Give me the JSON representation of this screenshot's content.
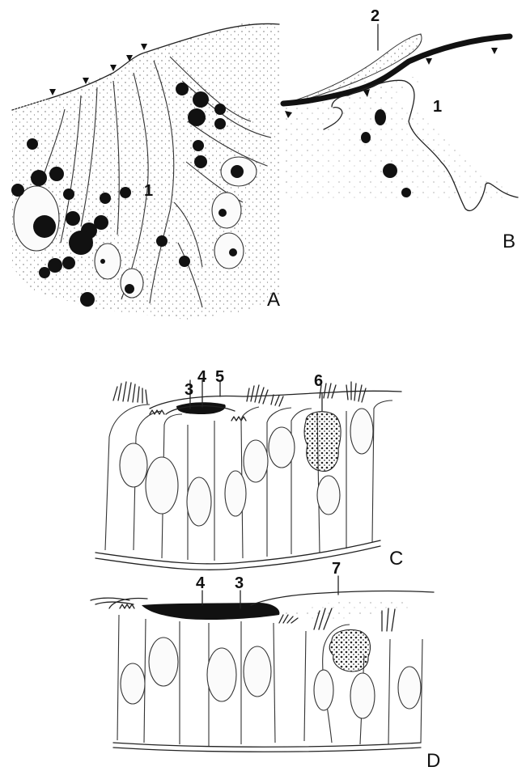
{
  "figure": {
    "panels": [
      {
        "id": "A",
        "label": "A"
      },
      {
        "id": "B",
        "label": "B"
      },
      {
        "id": "C",
        "label": "C"
      },
      {
        "id": "D",
        "label": "D"
      }
    ],
    "callouts": {
      "A_1": "1",
      "B_1": "1",
      "B_2": "2",
      "C_3": "3",
      "C_4": "4",
      "C_5": "5",
      "C_6": "6",
      "D_4": "4",
      "D_3": "3",
      "D_7": "7"
    }
  }
}
